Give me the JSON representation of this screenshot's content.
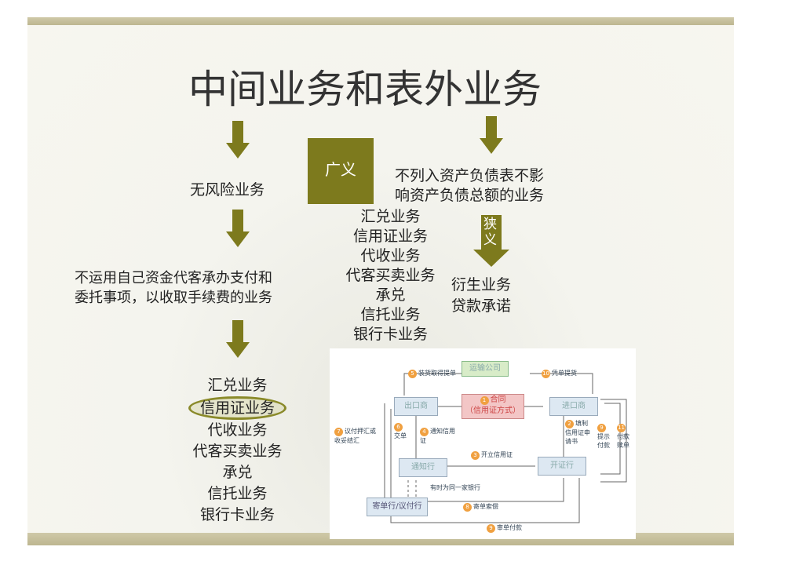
{
  "title": "中间业务和表外业务",
  "left": {
    "risk_free": "无风险业务",
    "definition": [
      "不运用自己资金代客承办支付和",
      "委托事项，以收取手续费的业务"
    ],
    "items": [
      "汇兑业务",
      "信用证业务",
      "代收业务",
      "代客买卖业务",
      "承兑",
      "信托业务",
      "银行卡业务"
    ]
  },
  "broad_label": "广义",
  "center_items": [
    "汇兑业务",
    "信用证业务",
    "代收业务",
    "代客买卖业务",
    "承兑",
    "信托业务",
    "银行卡业务"
  ],
  "right": {
    "definition": [
      "不列入资产负债表不影",
      "响资产负债总额的业务"
    ],
    "narrow_label": "狭义",
    "items": [
      "衍生业务",
      "贷款承诺"
    ]
  },
  "diagram": {
    "boxes": {
      "transport": "运输公司",
      "exporter": "出口商",
      "importer": "进口商",
      "contract": "合同",
      "contract_sub": "（信用证方式）",
      "advising": "通知行",
      "issuing": "开证行",
      "negotiating": "寄单行/议付行"
    },
    "steps": [
      {
        "n": "5",
        "t": "装货取得提单"
      },
      {
        "n": "10",
        "t": "凭单提货"
      },
      {
        "n": "1",
        "t": ""
      },
      {
        "n": "2",
        "t": "填制信用证申请书"
      },
      {
        "n": "3",
        "t": "开立信用证"
      },
      {
        "n": "4",
        "t": "通知信用证"
      },
      {
        "n": "6",
        "t": "交单"
      },
      {
        "n": "7",
        "t": "议付押汇或收妥结汇"
      },
      {
        "n": "8",
        "t": "寄单索偿"
      },
      {
        "n": "9",
        "t": "审单付款"
      },
      {
        "n": "9",
        "t": "提示付款"
      },
      {
        "n": "11",
        "t": "付款赎单"
      }
    ],
    "note": "有时为同一家银行"
  }
}
